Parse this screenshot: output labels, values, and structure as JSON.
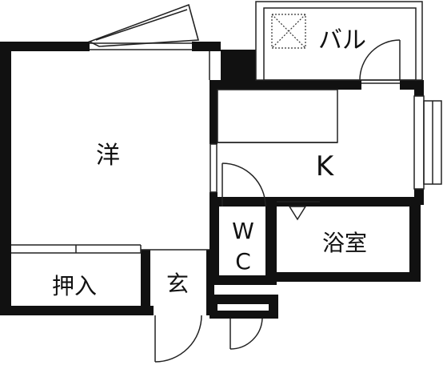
{
  "rooms": {
    "western": {
      "label": "洋"
    },
    "closet": {
      "label": "押入"
    },
    "entrance": {
      "label": "玄"
    },
    "kitchen": {
      "label": "K"
    },
    "wc": {
      "label_top": "W",
      "label_bottom": "C"
    },
    "bathroom": {
      "label": "浴室"
    },
    "balcony": {
      "label": "バル"
    }
  },
  "icons": {
    "balcony_fixture": "box-with-cross-icon"
  },
  "colors": {
    "wall": "#111111",
    "line": "#222222",
    "background": "#ffffff"
  }
}
